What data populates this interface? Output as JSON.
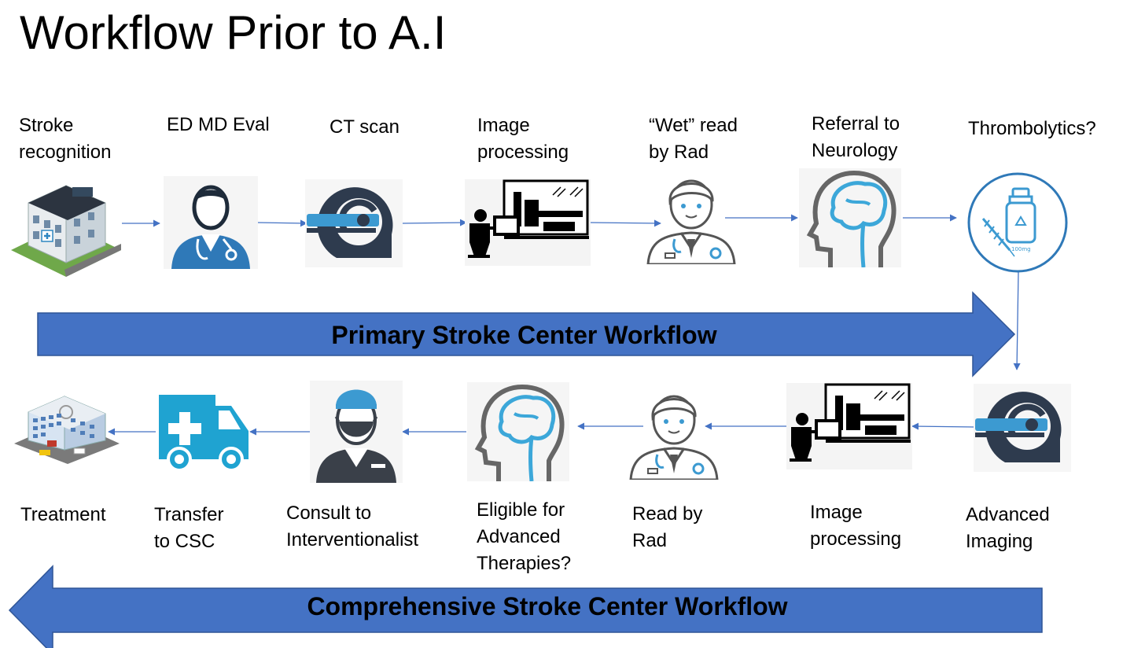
{
  "title": "Workflow Prior to A.I",
  "primary": {
    "banner": "Primary Stroke Center Workflow",
    "steps": [
      {
        "label": "Stroke\nrecognition",
        "icon": "building-icon"
      },
      {
        "label": "ED MD Eval",
        "icon": "doctor-icon"
      },
      {
        "label": "CT scan",
        "icon": "ct-scanner-icon"
      },
      {
        "label": "Image\nprocessing",
        "icon": "workstation-icon"
      },
      {
        "label": "“Wet” read\nby Rad",
        "icon": "radiologist-icon"
      },
      {
        "label": "Referral to\nNeurology",
        "icon": "brain-head-icon"
      },
      {
        "label": "Thrombolytics?",
        "icon": "vial-syringe-icon"
      }
    ]
  },
  "comprehensive": {
    "banner": "Comprehensive Stroke Center Workflow",
    "steps": [
      {
        "label": "Advanced\nImaging",
        "icon": "ct-scanner-icon"
      },
      {
        "label": "Image\nprocessing",
        "icon": "workstation-icon"
      },
      {
        "label": "Read by\nRad",
        "icon": "radiologist-icon"
      },
      {
        "label": "Eligible for\nAdvanced\nTherapies?",
        "icon": "brain-head-icon"
      },
      {
        "label": "Consult to\nInterventionalist",
        "icon": "surgeon-icon"
      },
      {
        "label": "Transfer\nto CSC",
        "icon": "ambulance-icon"
      },
      {
        "label": "Treatment",
        "icon": "hospital-icon"
      }
    ]
  },
  "colors": {
    "banner_fill": "#4472C4",
    "banner_edge": "#2F5597",
    "connector": "#4472C4",
    "icon_blue": "#3C9AD1",
    "icon_dark": "#2E3B4E"
  }
}
